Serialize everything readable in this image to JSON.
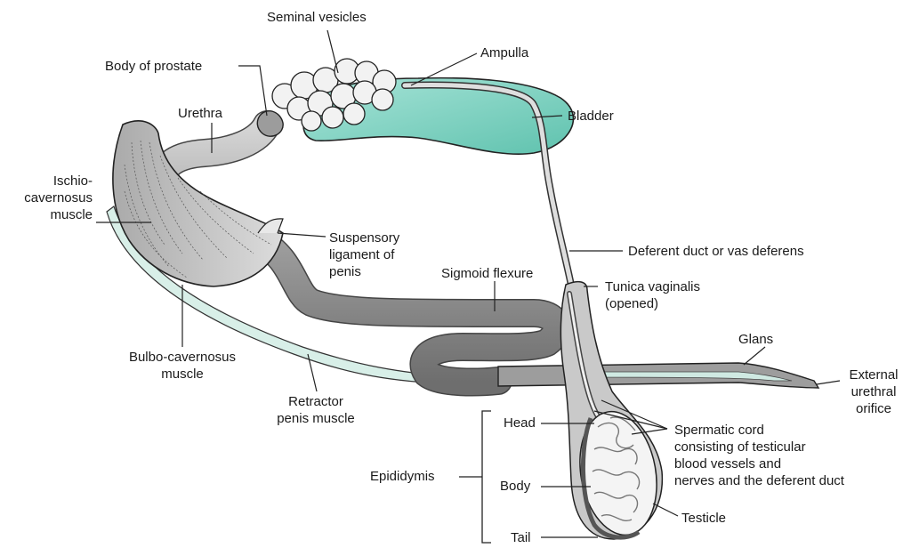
{
  "labels": {
    "seminal_vesicles": "Seminal vesicles",
    "ampulla": "Ampulla",
    "body_of_prostate": "Body of prostate",
    "bladder": "Bladder",
    "urethra": "Urethra",
    "ischio_1": "Ischio-",
    "ischio_2": "cavernosus",
    "ischio_3": "muscle",
    "suspensory_1": "Suspensory",
    "suspensory_2": "ligament of",
    "suspensory_3": "penis",
    "deferent_duct": "Deferent duct or vas deferens",
    "sigmoid_flexure": "Sigmoid flexure",
    "tunica_1": "Tunica vaginalis",
    "tunica_2": "(opened)",
    "bulbo_1": "Bulbo-cavernosus",
    "bulbo_2": "muscle",
    "glans": "Glans",
    "external_1": "External",
    "external_2": "urethral",
    "external_3": "orifice",
    "retractor_1": "Retractor",
    "retractor_2": "penis muscle",
    "head": "Head",
    "spermatic_1": "Spermatic cord",
    "spermatic_2": "consisting of testicular",
    "spermatic_3": "blood vessels and",
    "spermatic_4": "nerves and the deferent duct",
    "epididymis": "Epididymis",
    "body": "Body",
    "testicle": "Testicle",
    "tail": "Tail"
  },
  "colors": {
    "bladder": "#7fd3c3",
    "tissue": "#8d8d8d",
    "tissue_light": "#c4c4c4",
    "muscle": "#cfe9e2",
    "outline": "#222222"
  }
}
